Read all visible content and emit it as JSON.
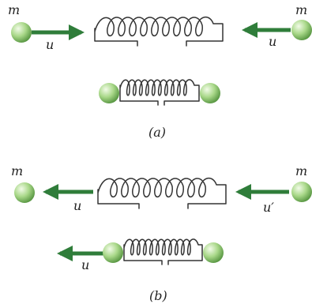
{
  "colors": {
    "arrow": "#2f7d3a",
    "ball_light": "#f2fbe8",
    "ball_mid": "#a9d889",
    "ball_dark": "#4f8f3a",
    "spring": "#333333"
  },
  "panel_a": {
    "caption": "(a)",
    "left_mass_label": "m",
    "right_mass_label": "m",
    "left_velocity_label": "u",
    "right_velocity_label": "u"
  },
  "panel_b": {
    "caption": "(b)",
    "left_mass_label": "m",
    "right_mass_label": "m",
    "left_velocity_label": "u",
    "right_velocity_label": "u′",
    "lower_velocity_label": "u"
  }
}
